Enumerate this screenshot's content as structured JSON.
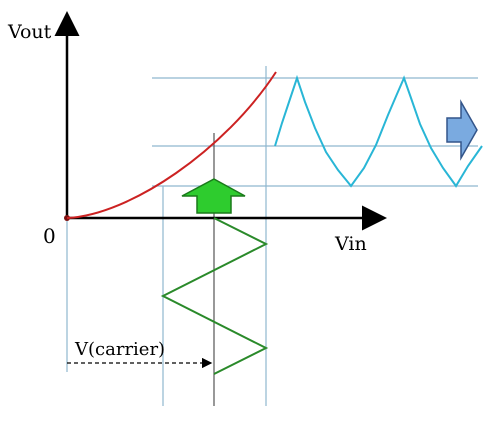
{
  "labels": {
    "vout": "Vout",
    "vin": "Vin",
    "origin": "0",
    "carrier": "V(carrier)"
  },
  "colors": {
    "axis": "#000000",
    "curve": "#cc2222",
    "output_wave": "#29b6d6",
    "input_wave": "#2a8a2a",
    "guide_lines": "#8fb7cf",
    "green_arrow": "#2ecc2e",
    "blue_arrow": "#7aaae0"
  }
}
